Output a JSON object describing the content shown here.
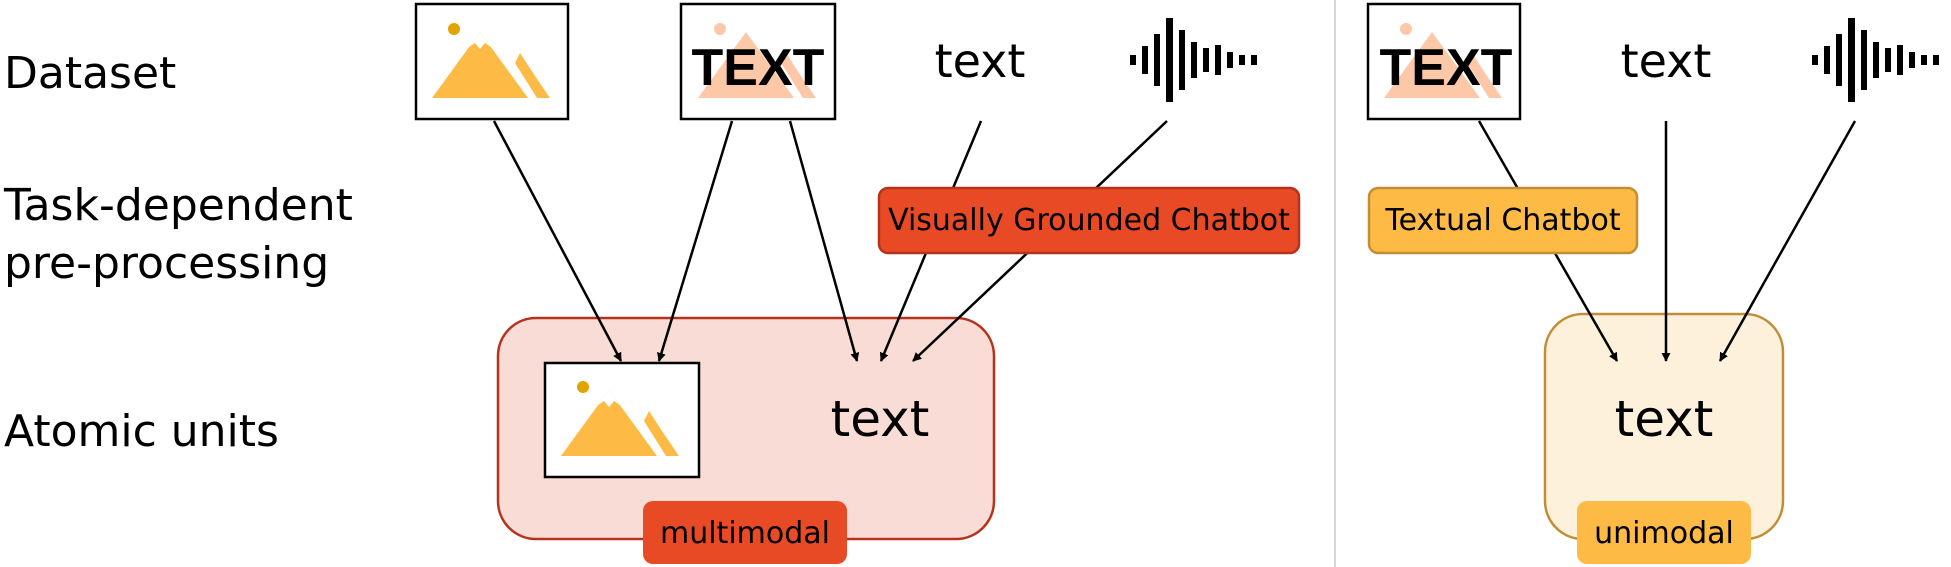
{
  "row_labels": {
    "dataset": "Dataset",
    "preprocessing_line1": "Task-dependent",
    "preprocessing_line2": "pre-processing",
    "atomic_units": "Atomic units"
  },
  "left_panel": {
    "dataset_items": {
      "image_icon": "mountain-image-icon",
      "text_image_word": "TEXT",
      "text_word": "text",
      "audio_icon": "audio-waveform-icon"
    },
    "preprocessing_box": "Visually Grounded Chatbot",
    "atomic_text": "text",
    "atomic_tag": "multimodal"
  },
  "right_panel": {
    "dataset_items": {
      "text_image_word": "TEXT",
      "text_word": "text",
      "audio_icon": "audio-waveform-icon"
    },
    "preprocessing_box": "Textual Chatbot",
    "atomic_text": "text",
    "atomic_tag": "unimodal"
  },
  "colors": {
    "multimodal_fill": "#f9dcd5",
    "multimodal_stroke": "#b5321d",
    "multimodal_tag": "#e84a25",
    "unimodal_fill": "#fdf1db",
    "unimodal_stroke": "#c28d34",
    "unimodal_tag": "#fdbb45",
    "mountain": "#fdbb45",
    "mountain_faded": "#fdc8a8",
    "sun": "#e2a400"
  }
}
